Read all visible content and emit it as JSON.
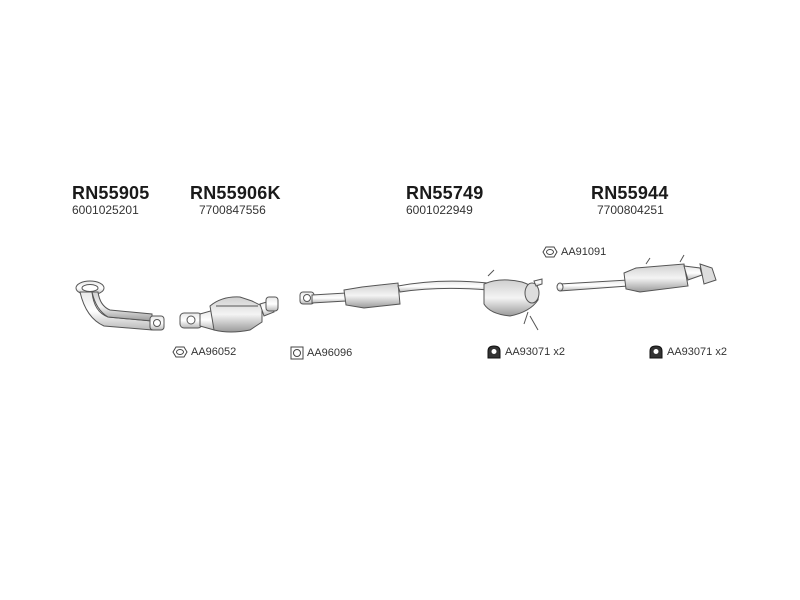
{
  "parts": [
    {
      "code": "RN55905",
      "oem": "6001025201"
    },
    {
      "code": "RN55906K",
      "oem": "7700847556"
    },
    {
      "code": "RN55749",
      "oem": "6001022949"
    },
    {
      "code": "RN55944",
      "oem": "7700804251"
    }
  ],
  "accessories": [
    {
      "code": "AA96052",
      "icon": "gasket-ring-icon"
    },
    {
      "code": "AA96096",
      "icon": "gasket-square-icon"
    },
    {
      "code": "AA93071 x2",
      "icon": "rubber-hanger-icon"
    },
    {
      "code": "AA93071 x2",
      "icon": "rubber-hanger-icon"
    },
    {
      "code": "AA91091",
      "icon": "gasket-ring-icon"
    }
  ]
}
